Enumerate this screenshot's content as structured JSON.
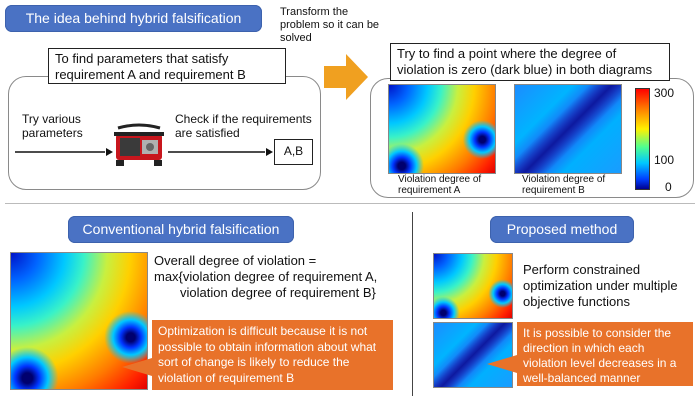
{
  "top": {
    "title": "The idea behind hybrid falsification",
    "find_params": "To find parameters that satisfy requirement A and requirement B",
    "try_params": "Try various parameters",
    "check_req": "Check if the requirements are satisfied",
    "result_box": "A,B",
    "transform_label": "Transform the problem so it can be solved",
    "goal_box": "Try to find a point where the degree of violation is zero (dark blue) in both diagrams",
    "caption_a": "Violation degree of requirement A",
    "caption_b": "Violation degree of requirement B",
    "colorbar_ticks": [
      "300",
      "100",
      "0"
    ]
  },
  "conventional": {
    "title": "Conventional hybrid falsification",
    "formula_line1": "Overall degree of violation =",
    "formula_line2": "max{violation degree of requirement A,",
    "formula_line3": "violation degree of requirement B}",
    "callout": "Optimization is difficult because it is not possible to obtain information about what sort of change is likely to reduce the violation of requirement B"
  },
  "proposed": {
    "title": "Proposed method",
    "text1": "Perform constrained optimization under multiple objective functions",
    "callout": "It is possible to consider the direction in which each violation level decreases in a well-balanced manner"
  },
  "colors": {
    "title_blue": "#4a72c4",
    "callout_orange": "#e8722a",
    "arrow_orange": "#f0a020"
  }
}
